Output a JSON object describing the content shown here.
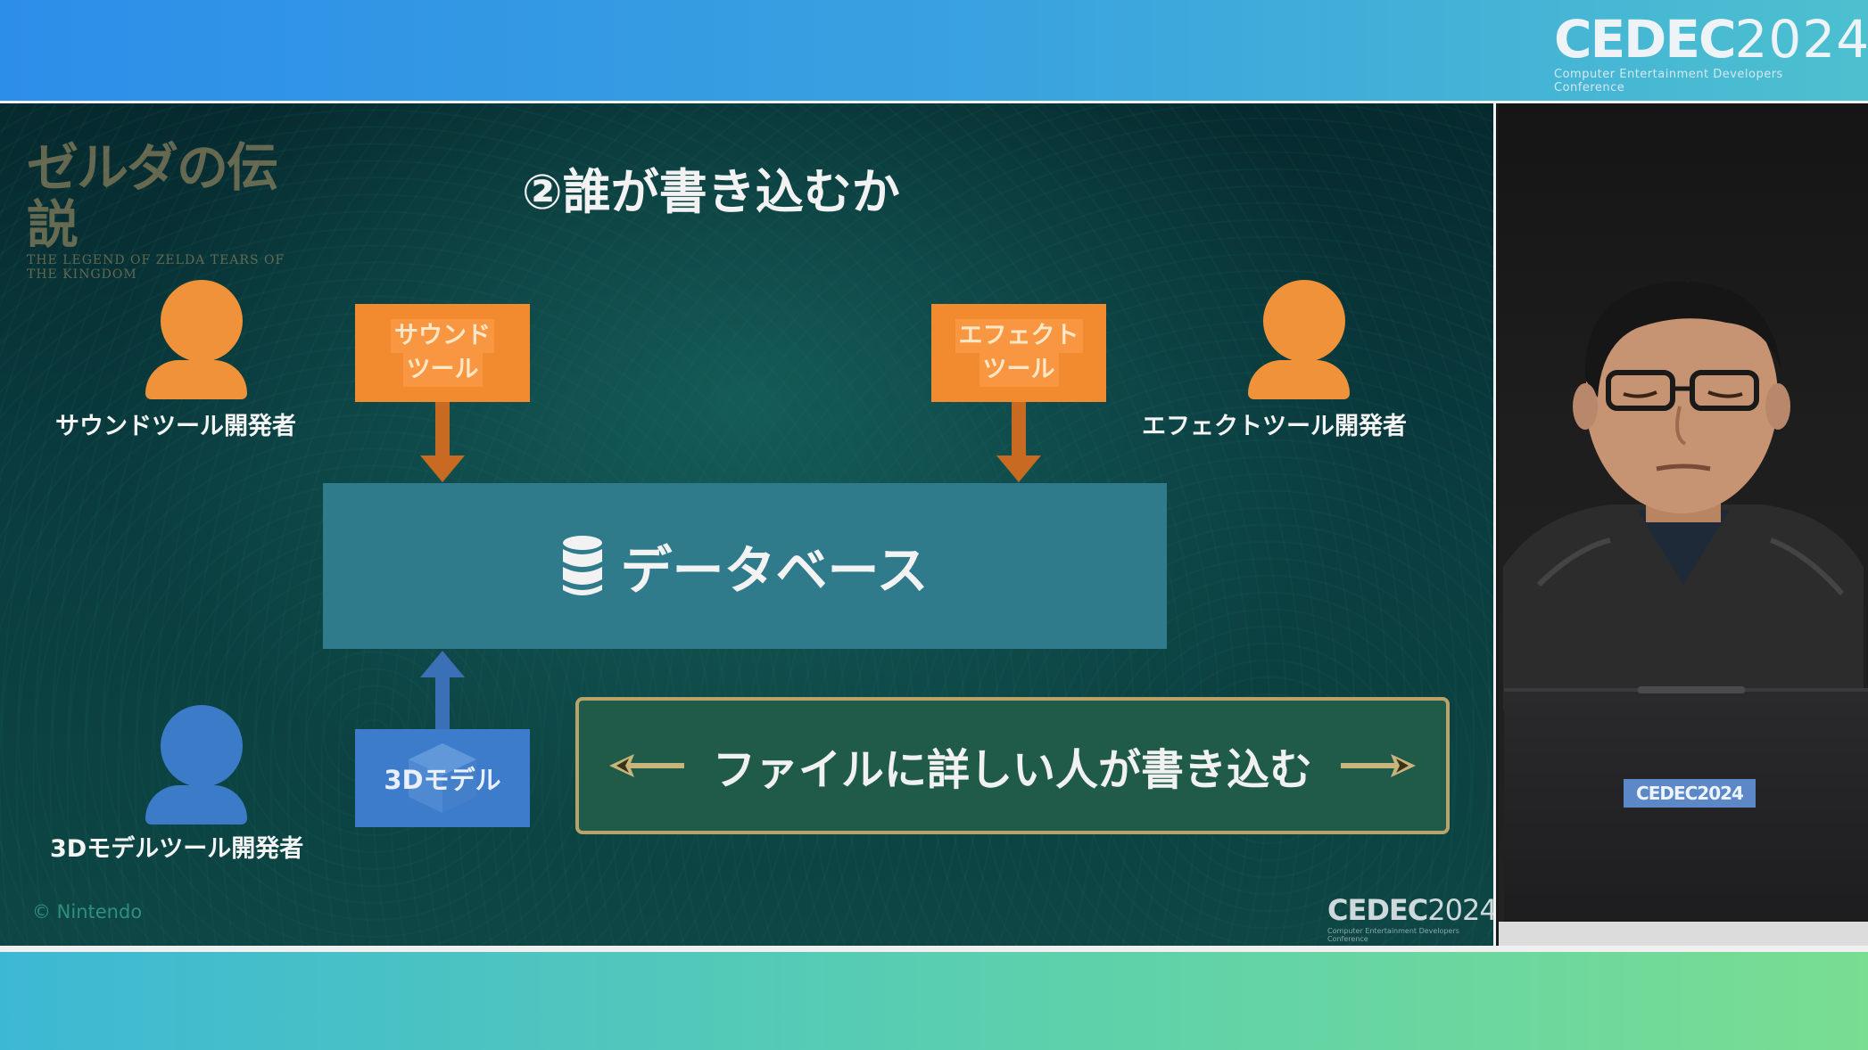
{
  "event": {
    "logo_word": "CEDEC",
    "logo_year": "2024",
    "logo_sub": "Computer Entertainment Developers Conference"
  },
  "slide": {
    "game_logo": {
      "title": "ゼルダの伝説",
      "subtitle": "THE LEGEND OF ZELDA   TEARS OF THE KINGDOM"
    },
    "title": "②誰が書き込むか",
    "developers": {
      "sound": "サウンドツール開発者",
      "effect": "エフェクトツール開発者",
      "model": "3Dモデルツール開発者"
    },
    "tools": {
      "sound_line1": "サウンド",
      "sound_line2": "ツール",
      "effect_line1": "エフェクト",
      "effect_line2": "ツール",
      "model": "3Dモデル"
    },
    "database": "データベース",
    "note": "ファイルに詳しい人が書き込む",
    "copyright": "© Nintendo",
    "cedec_word": "CEDEC",
    "cedec_year": "2024",
    "cedec_sub": "Computer Entertainment Developers Conference"
  },
  "camera": {
    "laptop_sticker": "CEDEC2024"
  },
  "colors": {
    "orange": "#f28a2f",
    "blue": "#3c7ccb",
    "database": "#2f7a8b",
    "note_bg": "#1f5b48",
    "note_border": "#b8a46a"
  }
}
